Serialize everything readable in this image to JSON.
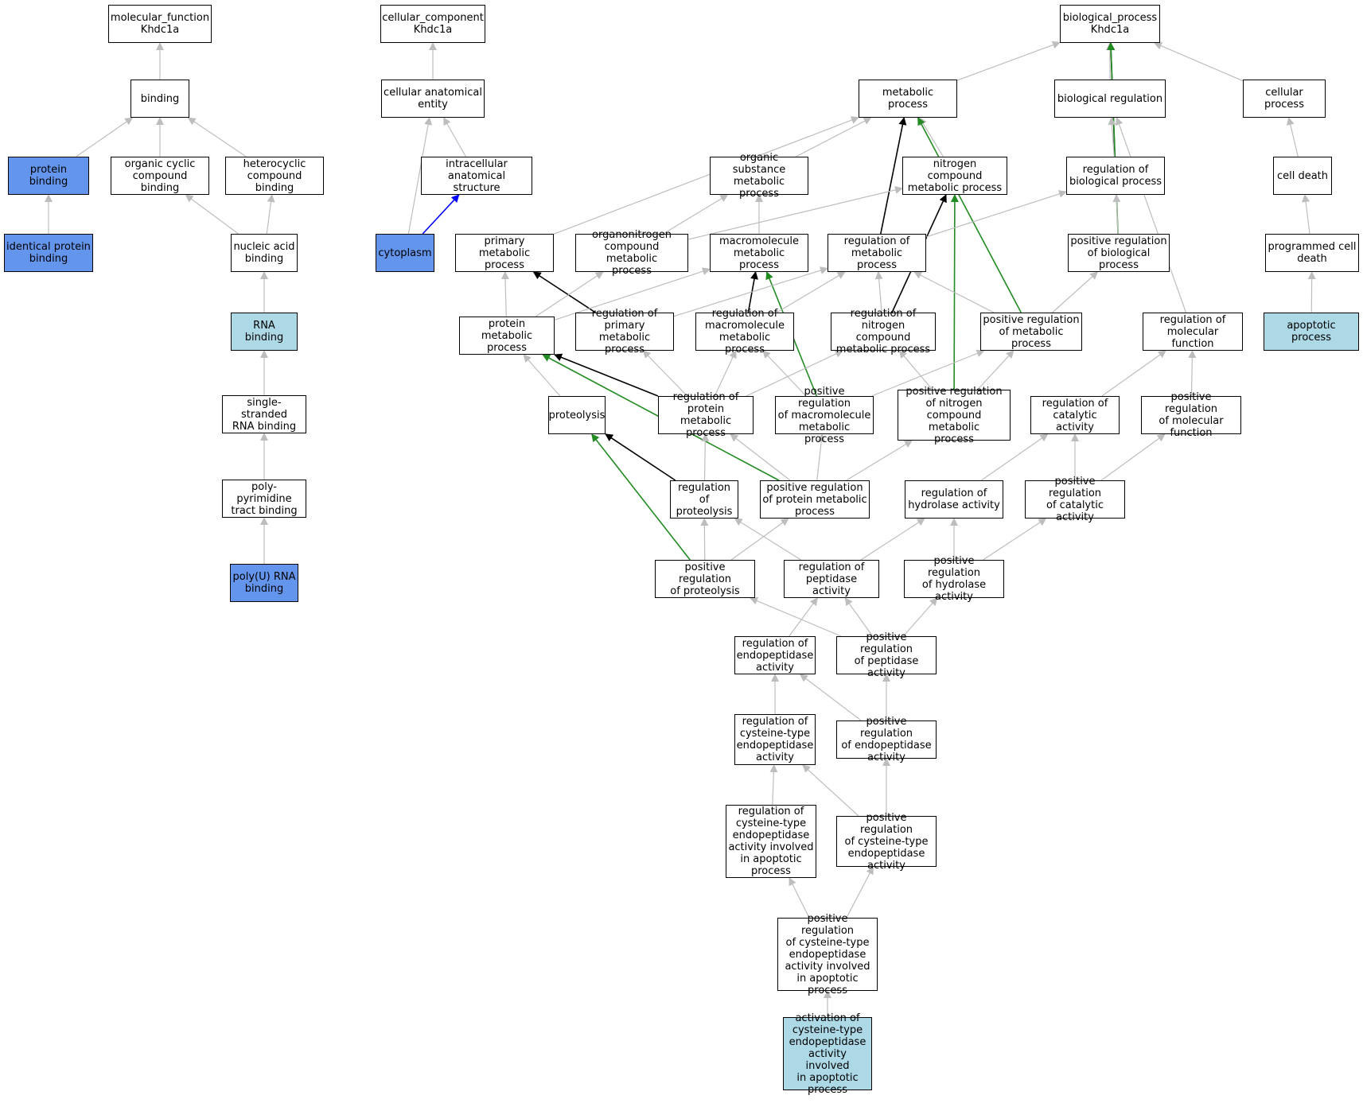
{
  "nodes": [
    {
      "id": "mf",
      "label": "molecular_function\nKhdc1a",
      "fill": "white"
    },
    {
      "id": "binding",
      "label": "binding",
      "fill": "white"
    },
    {
      "id": "protein_binding",
      "label": "protein binding",
      "fill": "blue"
    },
    {
      "id": "organic_cyclic",
      "label": "organic cyclic\ncompound binding",
      "fill": "white"
    },
    {
      "id": "heterocyclic",
      "label": "heterocyclic\ncompound binding",
      "fill": "white"
    },
    {
      "id": "identical_protein",
      "label": "identical protein\nbinding",
      "fill": "blue"
    },
    {
      "id": "nucleic_acid",
      "label": "nucleic acid\nbinding",
      "fill": "white"
    },
    {
      "id": "rna_binding",
      "label": "RNA binding",
      "fill": "lightblue"
    },
    {
      "id": "ss_rna",
      "label": "single-stranded\nRNA binding",
      "fill": "white"
    },
    {
      "id": "polypyr",
      "label": "poly-pyrimidine\ntract binding",
      "fill": "white"
    },
    {
      "id": "polyu",
      "label": "poly(U) RNA\nbinding",
      "fill": "blue"
    },
    {
      "id": "cc",
      "label": "cellular_component\nKhdc1a",
      "fill": "white"
    },
    {
      "id": "cae",
      "label": "cellular anatomical\nentity",
      "fill": "white"
    },
    {
      "id": "ias",
      "label": "intracellular\nanatomical structure",
      "fill": "white"
    },
    {
      "id": "cytoplasm",
      "label": "cytoplasm",
      "fill": "blue"
    },
    {
      "id": "bp",
      "label": "biological_process\nKhdc1a",
      "fill": "white"
    },
    {
      "id": "metabolic",
      "label": "metabolic process",
      "fill": "white"
    },
    {
      "id": "bioreg",
      "label": "biological regulation",
      "fill": "white"
    },
    {
      "id": "cellproc",
      "label": "cellular process",
      "fill": "white"
    },
    {
      "id": "osmp",
      "label": "organic substance\nmetabolic process",
      "fill": "white"
    },
    {
      "id": "ncmp",
      "label": "nitrogen compound\nmetabolic process",
      "fill": "white"
    },
    {
      "id": "regbp",
      "label": "regulation of\nbiological process",
      "fill": "white"
    },
    {
      "id": "celldeath",
      "label": "cell death",
      "fill": "white"
    },
    {
      "id": "pmp",
      "label": "primary metabolic\nprocess",
      "fill": "white"
    },
    {
      "id": "onmp",
      "label": "organonitrogen\ncompound metabolic\nprocess",
      "fill": "white"
    },
    {
      "id": "mmp",
      "label": "macromolecule\nmetabolic process",
      "fill": "white"
    },
    {
      "id": "regmp",
      "label": "regulation of\nmetabolic process",
      "fill": "white"
    },
    {
      "id": "posregbp",
      "label": "positive regulation\nof biological\nprocess",
      "fill": "white"
    },
    {
      "id": "pcd",
      "label": "programmed cell\ndeath",
      "fill": "white"
    },
    {
      "id": "protmp",
      "label": "protein metabolic\nprocess",
      "fill": "white"
    },
    {
      "id": "regpmp",
      "label": "regulation of\nprimary metabolic\nprocess",
      "fill": "white"
    },
    {
      "id": "regmmp",
      "label": "regulation of\nmacromolecule\nmetabolic process",
      "fill": "white"
    },
    {
      "id": "regncmp",
      "label": "regulation of\nnitrogen compound\nmetabolic process",
      "fill": "white"
    },
    {
      "id": "posregmp",
      "label": "positive regulation\nof metabolic\nprocess",
      "fill": "white"
    },
    {
      "id": "regmf",
      "label": "regulation of\nmolecular function",
      "fill": "white"
    },
    {
      "id": "apoptotic",
      "label": "apoptotic process",
      "fill": "lightblue"
    },
    {
      "id": "proteolysis",
      "label": "proteolysis",
      "fill": "white"
    },
    {
      "id": "regprotmp",
      "label": "regulation of\nprotein metabolic\nprocess",
      "fill": "white"
    },
    {
      "id": "posregmmp",
      "label": "positive regulation\nof macromolecule\nmetabolic process",
      "fill": "white"
    },
    {
      "id": "posregncmp",
      "label": "positive regulation\nof nitrogen\ncompound metabolic\nprocess",
      "fill": "white"
    },
    {
      "id": "regcat",
      "label": "regulation of\ncatalytic activity",
      "fill": "white"
    },
    {
      "id": "posregmf",
      "label": "positive regulation\nof molecular\nfunction",
      "fill": "white"
    },
    {
      "id": "regprot",
      "label": "regulation of\nproteolysis",
      "fill": "white"
    },
    {
      "id": "posregprotmp",
      "label": "positive regulation\nof protein metabolic\nprocess",
      "fill": "white"
    },
    {
      "id": "reghyd",
      "label": "regulation of\nhydrolase activity",
      "fill": "white"
    },
    {
      "id": "posregcat",
      "label": "positive regulation\nof catalytic\nactivity",
      "fill": "white"
    },
    {
      "id": "posregprot",
      "label": "positive regulation\nof proteolysis",
      "fill": "white"
    },
    {
      "id": "regpep",
      "label": "regulation of\npeptidase activity",
      "fill": "white"
    },
    {
      "id": "posreghyd",
      "label": "positive regulation\nof hydrolase\nactivity",
      "fill": "white"
    },
    {
      "id": "regendo",
      "label": "regulation of\nendopeptidase\nactivity",
      "fill": "white"
    },
    {
      "id": "posregpep",
      "label": "positive regulation\nof peptidase\nactivity",
      "fill": "white"
    },
    {
      "id": "regcys",
      "label": "regulation of\ncysteine-type\nendopeptidase\nactivity",
      "fill": "white"
    },
    {
      "id": "posregendo",
      "label": "positive regulation\nof endopeptidase\nactivity",
      "fill": "white"
    },
    {
      "id": "regcysapo",
      "label": "regulation of\ncysteine-type\nendopeptidase\nactivity involved\nin apoptotic\nprocess",
      "fill": "white"
    },
    {
      "id": "posregcys",
      "label": "positive regulation\nof cysteine-type\nendopeptidase\nactivity",
      "fill": "white"
    },
    {
      "id": "posregcysapo",
      "label": "positive regulation\nof cysteine-type\nendopeptidase\nactivity involved\nin apoptotic\nprocess",
      "fill": "white"
    },
    {
      "id": "activation",
      "label": "activation of\ncysteine-type\nendopeptidase\nactivity involved\nin apoptotic\nprocess",
      "fill": "lightblue"
    }
  ],
  "edges": [
    {
      "from": "binding",
      "to": "mf",
      "type": "is_a"
    },
    {
      "from": "protein_binding",
      "to": "binding",
      "type": "is_a"
    },
    {
      "from": "organic_cyclic",
      "to": "binding",
      "type": "is_a"
    },
    {
      "from": "heterocyclic",
      "to": "binding",
      "type": "is_a"
    },
    {
      "from": "identical_protein",
      "to": "protein_binding",
      "type": "is_a"
    },
    {
      "from": "nucleic_acid",
      "to": "organic_cyclic",
      "type": "is_a"
    },
    {
      "from": "nucleic_acid",
      "to": "heterocyclic",
      "type": "is_a"
    },
    {
      "from": "rna_binding",
      "to": "nucleic_acid",
      "type": "is_a"
    },
    {
      "from": "ss_rna",
      "to": "rna_binding",
      "type": "is_a"
    },
    {
      "from": "polypyr",
      "to": "ss_rna",
      "type": "is_a"
    },
    {
      "from": "polyu",
      "to": "polypyr",
      "type": "is_a"
    },
    {
      "from": "cae",
      "to": "cc",
      "type": "is_a"
    },
    {
      "from": "ias",
      "to": "cae",
      "type": "is_a"
    },
    {
      "from": "cytoplasm",
      "to": "cae",
      "type": "is_a"
    },
    {
      "from": "cytoplasm",
      "to": "ias",
      "type": "part_of"
    },
    {
      "from": "metabolic",
      "to": "bp",
      "type": "is_a"
    },
    {
      "from": "bioreg",
      "to": "bp",
      "type": "is_a"
    },
    {
      "from": "cellproc",
      "to": "bp",
      "type": "is_a"
    },
    {
      "from": "regbp",
      "to": "bp",
      "type": "regulates"
    },
    {
      "from": "posregbp",
      "to": "bp",
      "type": "positively_regulates"
    },
    {
      "from": "osmp",
      "to": "metabolic",
      "type": "is_a"
    },
    {
      "from": "ncmp",
      "to": "metabolic",
      "type": "is_a"
    },
    {
      "from": "pmp",
      "to": "metabolic",
      "type": "is_a"
    },
    {
      "from": "regmp",
      "to": "metabolic",
      "type": "regulates"
    },
    {
      "from": "posregmp",
      "to": "metabolic",
      "type": "positively_regulates"
    },
    {
      "from": "regbp",
      "to": "bioreg",
      "type": "is_a"
    },
    {
      "from": "regmf",
      "to": "bioreg",
      "type": "is_a"
    },
    {
      "from": "celldeath",
      "to": "cellproc",
      "type": "is_a"
    },
    {
      "from": "onmp",
      "to": "osmp",
      "type": "is_a"
    },
    {
      "from": "mmp",
      "to": "osmp",
      "type": "is_a"
    },
    {
      "from": "onmp",
      "to": "ncmp",
      "type": "is_a"
    },
    {
      "from": "regncmp",
      "to": "ncmp",
      "type": "regulates"
    },
    {
      "from": "posregncmp",
      "to": "ncmp",
      "type": "positively_regulates"
    },
    {
      "from": "regmp",
      "to": "regbp",
      "type": "is_a"
    },
    {
      "from": "posregbp",
      "to": "regbp",
      "type": "is_a"
    },
    {
      "from": "pcd",
      "to": "celldeath",
      "type": "is_a"
    },
    {
      "from": "apoptotic",
      "to": "pcd",
      "type": "is_a"
    },
    {
      "from": "protmp",
      "to": "pmp",
      "type": "is_a"
    },
    {
      "from": "regpmp",
      "to": "pmp",
      "type": "regulates"
    },
    {
      "from": "protmp",
      "to": "onmp",
      "type": "is_a"
    },
    {
      "from": "protmp",
      "to": "mmp",
      "type": "is_a"
    },
    {
      "from": "regmmp",
      "to": "mmp",
      "type": "regulates"
    },
    {
      "from": "posregmmp",
      "to": "mmp",
      "type": "positively_regulates"
    },
    {
      "from": "regpmp",
      "to": "regmp",
      "type": "is_a"
    },
    {
      "from": "regmmp",
      "to": "regmp",
      "type": "is_a"
    },
    {
      "from": "regncmp",
      "to": "regmp",
      "type": "is_a"
    },
    {
      "from": "posregmp",
      "to": "regmp",
      "type": "is_a"
    },
    {
      "from": "posregmp",
      "to": "posregbp",
      "type": "is_a"
    },
    {
      "from": "proteolysis",
      "to": "protmp",
      "type": "is_a"
    },
    {
      "from": "regprotmp",
      "to": "protmp",
      "type": "regulates"
    },
    {
      "from": "posregprotmp",
      "to": "protmp",
      "type": "positively_regulates"
    },
    {
      "from": "regprotmp",
      "to": "regpmp",
      "type": "is_a"
    },
    {
      "from": "regprotmp",
      "to": "regmmp",
      "type": "is_a"
    },
    {
      "from": "posregmmp",
      "to": "regmmp",
      "type": "is_a"
    },
    {
      "from": "regprotmp",
      "to": "regncmp",
      "type": "is_a"
    },
    {
      "from": "posregncmp",
      "to": "regncmp",
      "type": "is_a"
    },
    {
      "from": "posregmmp",
      "to": "posregmp",
      "type": "is_a"
    },
    {
      "from": "posregncmp",
      "to": "posregmp",
      "type": "is_a"
    },
    {
      "from": "regcat",
      "to": "regmf",
      "type": "is_a"
    },
    {
      "from": "posregmf",
      "to": "regmf",
      "type": "is_a"
    },
    {
      "from": "regprot",
      "to": "proteolysis",
      "type": "regulates"
    },
    {
      "from": "posregprot",
      "to": "proteolysis",
      "type": "positively_regulates"
    },
    {
      "from": "regprot",
      "to": "regprotmp",
      "type": "is_a"
    },
    {
      "from": "posregprotmp",
      "to": "regprotmp",
      "type": "is_a"
    },
    {
      "from": "posregprotmp",
      "to": "posregmmp",
      "type": "is_a"
    },
    {
      "from": "posregprotmp",
      "to": "posregncmp",
      "type": "is_a"
    },
    {
      "from": "reghyd",
      "to": "regcat",
      "type": "is_a"
    },
    {
      "from": "posregcat",
      "to": "regcat",
      "type": "is_a"
    },
    {
      "from": "posregcat",
      "to": "posregmf",
      "type": "is_a"
    },
    {
      "from": "posregprot",
      "to": "regprot",
      "type": "is_a"
    },
    {
      "from": "regpep",
      "to": "regprot",
      "type": "is_a"
    },
    {
      "from": "posregprot",
      "to": "posregprotmp",
      "type": "is_a"
    },
    {
      "from": "regpep",
      "to": "reghyd",
      "type": "is_a"
    },
    {
      "from": "posreghyd",
      "to": "reghyd",
      "type": "is_a"
    },
    {
      "from": "posreghyd",
      "to": "posregcat",
      "type": "is_a"
    },
    {
      "from": "posregpep",
      "to": "posregprot",
      "type": "is_a"
    },
    {
      "from": "regendo",
      "to": "regpep",
      "type": "is_a"
    },
    {
      "from": "posregpep",
      "to": "regpep",
      "type": "is_a"
    },
    {
      "from": "posregpep",
      "to": "posreghyd",
      "type": "is_a"
    },
    {
      "from": "regcys",
      "to": "regendo",
      "type": "is_a"
    },
    {
      "from": "posregendo",
      "to": "regendo",
      "type": "is_a"
    },
    {
      "from": "posregendo",
      "to": "posregpep",
      "type": "is_a"
    },
    {
      "from": "regcysapo",
      "to": "regcys",
      "type": "is_a"
    },
    {
      "from": "posregcys",
      "to": "regcys",
      "type": "is_a"
    },
    {
      "from": "posregcys",
      "to": "posregendo",
      "type": "is_a"
    },
    {
      "from": "posregcysapo",
      "to": "regcysapo",
      "type": "is_a"
    },
    {
      "from": "posregcysapo",
      "to": "posregcys",
      "type": "is_a"
    },
    {
      "from": "activation",
      "to": "posregcysapo",
      "type": "is_a"
    }
  ],
  "edge_colors": {
    "is_a": "#bdbdbd",
    "part_of": "#0000ff",
    "regulates": "#000000",
    "positively_regulates": "#228b22"
  },
  "fill_colors": {
    "white": "#ffffff",
    "blue": "#6495ed",
    "lightblue": "#add8e6"
  }
}
